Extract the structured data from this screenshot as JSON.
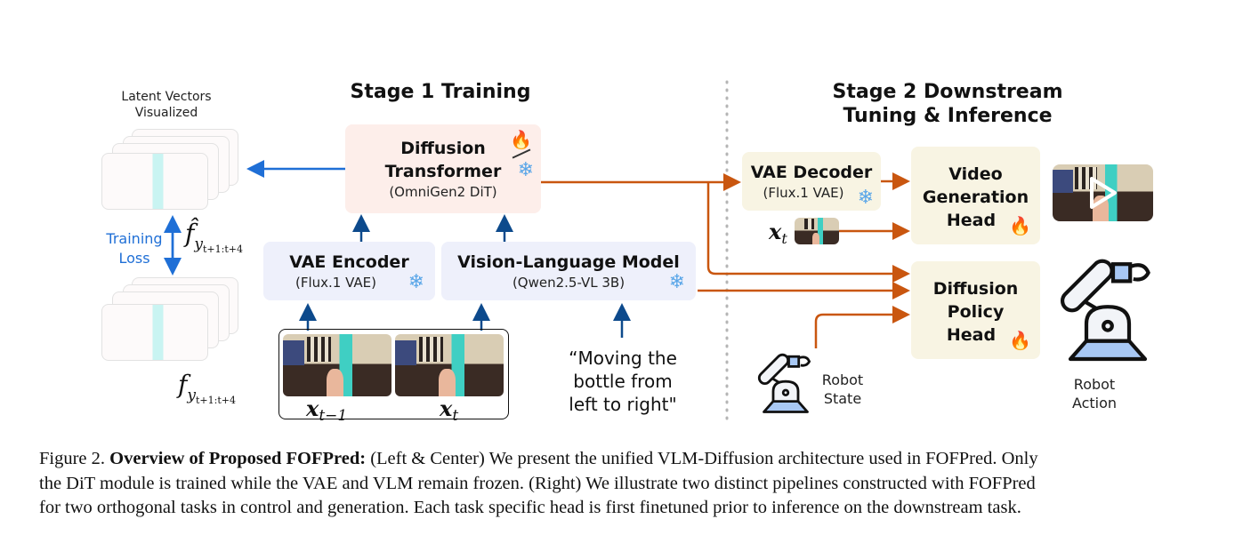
{
  "stage1": {
    "title": "Stage 1 Training",
    "latent_label": [
      "Latent Vectors",
      "Visualized"
    ],
    "training_loss": [
      "Training",
      "Loss"
    ],
    "f_hat_label": "f̂",
    "f_label": "f",
    "f_subscript": "y",
    "f_subsubscript": "t+1:t+4",
    "dit": {
      "title_line1": "Diffusion",
      "title_line2": "Transformer",
      "subtitle": "(OmniGen2 DiT)",
      "icons": [
        "fire-icon",
        "snowflake-icon"
      ]
    },
    "vae_encoder": {
      "title": "VAE Encoder",
      "subtitle": "(Flux.1 VAE)",
      "icon": "snowflake-icon"
    },
    "vlm": {
      "title": "Vision-Language Model",
      "subtitle": "(Qwen2.5-VL 3B)",
      "icon": "snowflake-icon"
    },
    "frames": [
      {
        "label": "x",
        "sub": "t−1"
      },
      {
        "label": "x",
        "sub": "t"
      }
    ],
    "prompt": [
      "“Moving the",
      "bottle from",
      "left to right\""
    ]
  },
  "stage2": {
    "title_line1": "Stage 2 Downstream",
    "title_line2": "Tuning & Inference",
    "vae_decoder": {
      "title": "VAE Decoder",
      "subtitle": "(Flux.1 VAE)",
      "icon": "snowflake-icon"
    },
    "xt_label": "x",
    "xt_sub": "t",
    "video_head": {
      "line1": "Video",
      "line2": "Generation",
      "line3": "Head",
      "icon": "fire-icon"
    },
    "policy_head": {
      "line1": "Diffusion",
      "line2": "Policy",
      "line3": "Head",
      "icon": "fire-icon"
    },
    "robot_state": [
      "Robot",
      "State"
    ],
    "robot_action": [
      "Robot",
      "Action"
    ]
  },
  "colors": {
    "blue_arrow": "#1f6fd6",
    "navy_arrow": "#0d4a8c",
    "orange_arrow": "#c9560f",
    "divider": "#b5b5b5"
  },
  "caption": {
    "prefix": "Figure 2. ",
    "bold": "Overview of Proposed FOFPred:",
    "line1_rest": " (Left & Center) We present the unified VLM-Diffusion architecture used in FOFPred. Only",
    "line2": "the DiT module is trained while the VAE and VLM remain frozen. (Right) We illustrate two distinct pipelines constructed with FOFPred",
    "line3": "for two orthogonal tasks in control and generation. Each task specific head is first finetuned prior to inference on the downstream task."
  }
}
